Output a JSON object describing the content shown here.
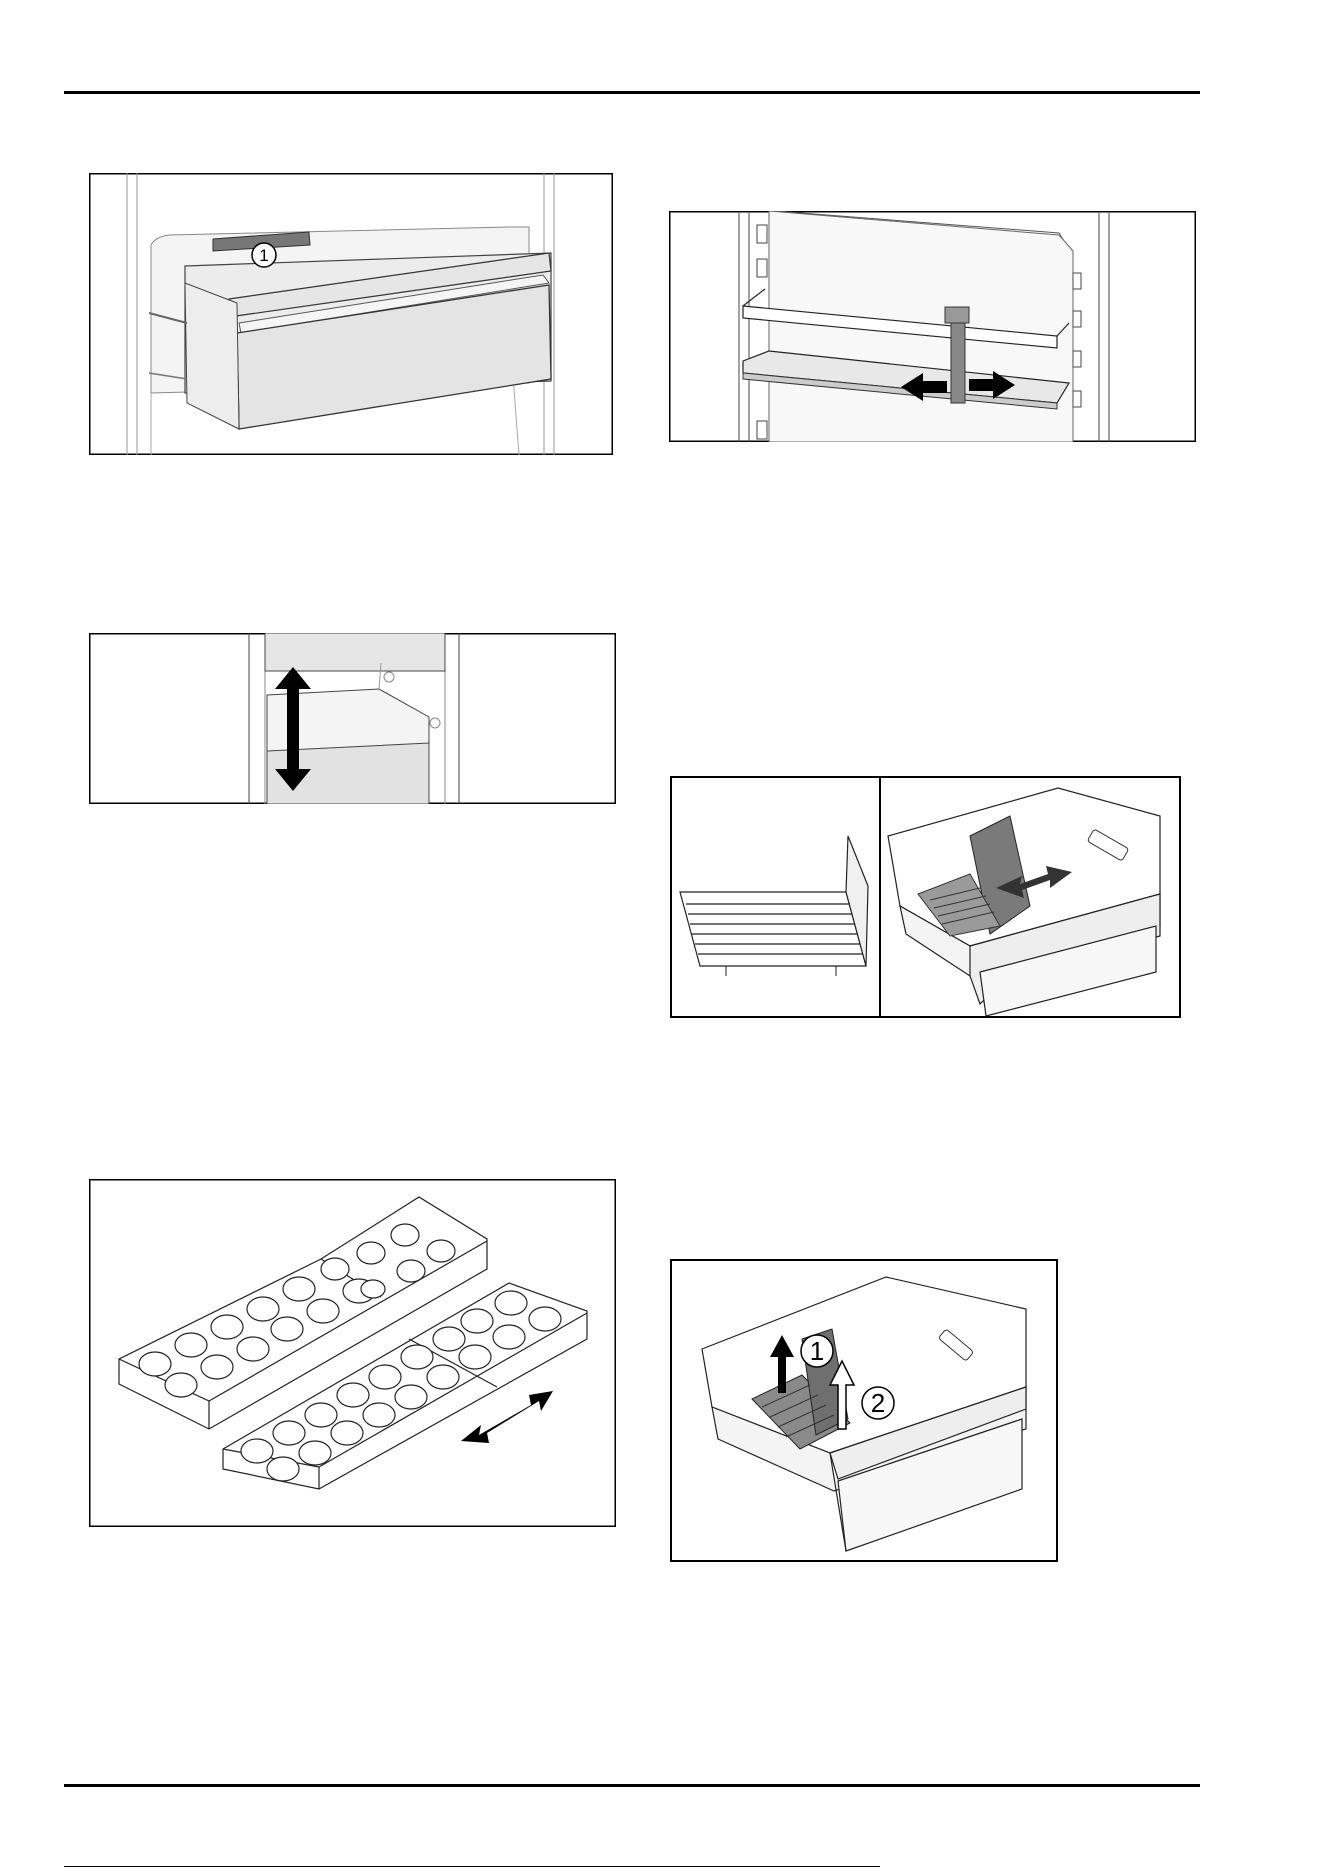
{
  "figures": {
    "drawer_label": {
      "callout": "1"
    },
    "drawer_divider_remove": {
      "step_1": "1",
      "step_2": "2"
    }
  }
}
